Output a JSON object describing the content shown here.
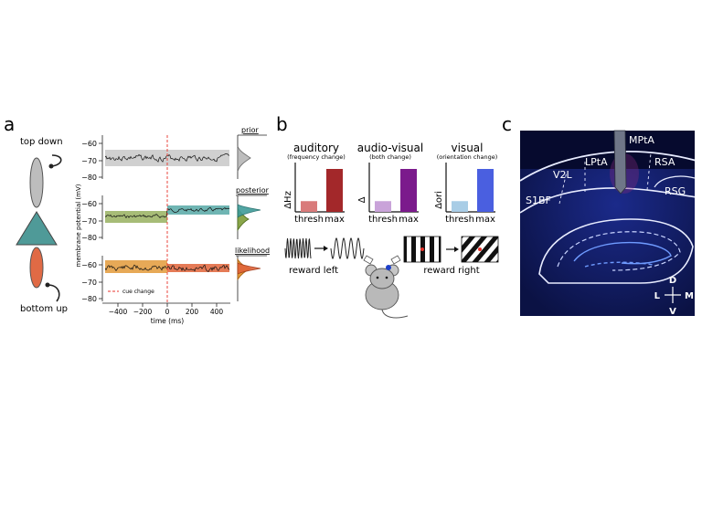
{
  "panel_labels": {
    "a": "a",
    "b": "b",
    "c": "c"
  },
  "panel_a": {
    "top_label": "top down",
    "bottom_label": "bottom up",
    "ylabel": "membrane potential (mV)",
    "xlabel": "time (ms)",
    "legend_label": "cue change",
    "dist_labels": [
      "prior",
      "posterior",
      "likelihood"
    ],
    "x_ticks": [
      "−400",
      "−200",
      "0",
      "200",
      "400"
    ],
    "y_ticks_top": [
      "−60",
      "−70",
      "−80"
    ],
    "y_ticks_mid": [
      "−60",
      "−70",
      "−80"
    ],
    "y_ticks_bot": [
      "−60",
      "−70",
      "−80"
    ],
    "colors": {
      "gray": "#a9a9a9",
      "green": "#8aa64a",
      "teal": "#3f9c9a",
      "orange": "#e39a3a",
      "red_orange": "#e0643a",
      "cue_line": "#e8332b"
    }
  },
  "panel_b": {
    "charts": [
      {
        "title": "auditory",
        "subtitle": "(frequency change)",
        "ylabel": "ΔHz",
        "cats": [
          "thresh",
          "max"
        ],
        "values": [
          0.25,
          1.0
        ],
        "colors": [
          "#d97b7b",
          "#a3282a"
        ]
      },
      {
        "title": "audio-visual",
        "subtitle": "(both change)",
        "ylabel": "Δ",
        "cats": [
          "thresh",
          "max"
        ],
        "values": [
          0.25,
          1.0
        ],
        "colors": [
          "#c9a3d9",
          "#7b1a8c"
        ]
      },
      {
        "title": "visual",
        "subtitle": "(orientation change)",
        "ylabel": "Δori",
        "cats": [
          "thresh",
          "max"
        ],
        "values": [
          0.25,
          1.0
        ],
        "colors": [
          "#a9cde6",
          "#4a5fe0"
        ]
      }
    ],
    "reward_left": "reward left",
    "reward_right": "reward right"
  },
  "panel_c": {
    "regions": [
      "MPtA",
      "LPtA",
      "RSA",
      "V2L",
      "RSG",
      "S1BF"
    ],
    "compass": {
      "d": "D",
      "v": "V",
      "l": "L",
      "m": "M"
    }
  }
}
